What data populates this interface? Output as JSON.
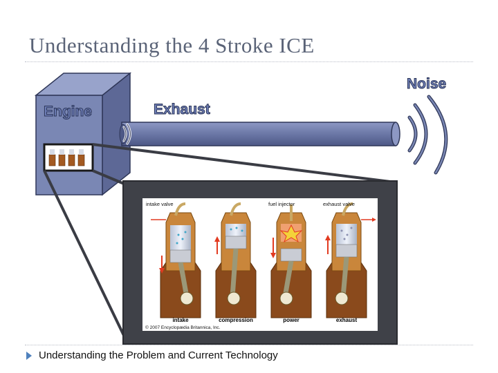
{
  "slide": {
    "title": "Understanding the 4 Stroke ICE",
    "footer": "Understanding the Problem and Current Technology"
  },
  "diagram": {
    "engine_label": "Engine",
    "exhaust_label": "Exhaust",
    "noise_label": "Noise",
    "stroke_labels": [
      "intake",
      "compression",
      "power",
      "exhaust"
    ],
    "part_labels": {
      "intake_valve": "intake valve",
      "fuel_injector": "fuel injector",
      "exhaust_valve": "exhaust valve"
    },
    "copyright": "© 2007 Encyclopædia Britannica, Inc."
  },
  "colors": {
    "title": "#5a6377",
    "engine_block": "#7a87b4",
    "pipe": "#6e7aa8",
    "panel_frame": "#44464d",
    "crankcase": "#8a4a1c",
    "accent": "#4f81bd"
  }
}
